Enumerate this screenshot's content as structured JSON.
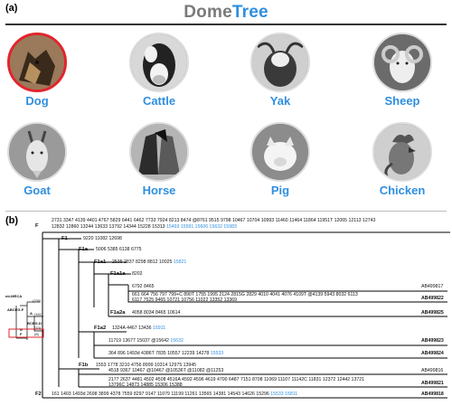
{
  "panel_a_label": "(a)",
  "panel_b_label": "(b)",
  "title": {
    "part1": "Dome",
    "part2": "Tree"
  },
  "animals": [
    {
      "name": "Dog",
      "selected": true
    },
    {
      "name": "Cattle",
      "selected": false
    },
    {
      "name": "Yak",
      "selected": false
    },
    {
      "name": "Sheep",
      "selected": false
    },
    {
      "name": "Goat",
      "selected": false
    },
    {
      "name": "Horse",
      "selected": false
    },
    {
      "name": "Pig",
      "selected": false
    },
    {
      "name": "Chicken",
      "selected": false
    }
  ],
  "tree": {
    "F": {
      "node": "F",
      "line1": "2731 3347 4139 4401 4767 5829 6441 6462 7733 7924 8213 8474 @8761 9515 9798 10467 10704 10993 11460 11464 11864 11951T 12065 12113 12743",
      "line2a": "12832 12860 13244 13633 13792 14344 15228 15313",
      "line2b": "15493 15591 15606 15632 15983"
    },
    "F1": {
      "node": "F1",
      "text": "9220 11082 12698"
    },
    "F1a": {
      "node": "F1a",
      "text": "5006 5385 6138 6775"
    },
    "F1a1": {
      "node": "F1a1",
      "text": "2535 2837 8298 8812 10025",
      "blue": "15821"
    },
    "F1a1a": {
      "node": "F1a1a",
      "text": "8202"
    },
    "leaf1": {
      "text": "6792 8465",
      "acc": "AB499817"
    },
    "leaf2": {
      "line1": "661 664 756 797 799+C 890T 1755 1995 2124 2815G 2829 4010 4041 4076 4109T @4139 5943 8032 6113",
      "line2": "6117 7525 9465 10721 10756 11022 13352 13369",
      "acc": "AB499822"
    },
    "F1a2a": {
      "node": "F1a2a",
      "text": "4058 8034 8465 10614",
      "acc": "AB499825"
    },
    "F1a2": {
      "node": "F1a2",
      "text": "1324A 4467 13436",
      "blue": "15911"
    },
    "leaf4": {
      "text": "11719 13677 15037 @15642",
      "blue": "15632",
      "acc": "AB499823"
    },
    "leaf5": {
      "text": "364 896 1493d 4386T 7835 10557 12239 14278",
      "blue": "15533",
      "acc": "AB499824"
    },
    "F1b": {
      "node": "F1b",
      "text": "1553 1778 3210 4756 8999 10314 12975 13945"
    },
    "leaf6": {
      "text": "4518 9367 10467 @10467 @10536T @11082 @11253",
      "acc": "AB499816"
    },
    "leaf7": {
      "line1": "2177 2637 4481 4502 4508 4516A 4592 4596 4619 4700 6487 7151 8708 11069 11107 11142C 11831 12372 12442 13721",
      "line2": "13796C 14873 14885 15306 15388",
      "acc": "AB499821"
    },
    "F2": {
      "node": "F2",
      "text": "161 1403 1493d 2698 3899 4378 7559 8297 9147 11079 11199 11261 13565 14381 14543 14626 15296",
      "blue": "15533 15811",
      "acc": "AB499818"
    }
  },
  "mini_tree": {
    "root": "mt-MRCA",
    "n1": "ABCEG-F",
    "n2": "A",
    "n3": "BCEG-D",
    "n4": "D",
    "n5": "F",
    "c1": "(230)",
    "c2": "(161)",
    "c3": "(10)",
    "c4": "(8)"
  },
  "colors": {
    "accent": "#2f8fe0",
    "selected_ring": "#e3242b",
    "title_gray": "#7a7a7a"
  }
}
